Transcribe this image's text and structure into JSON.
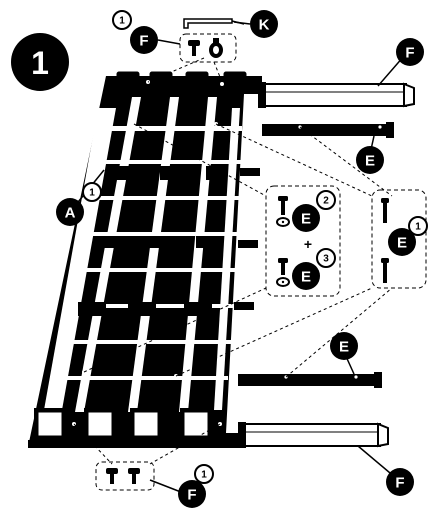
{
  "step": {
    "number": "1"
  },
  "labels": {
    "A": {
      "letter": "A",
      "qty": "1"
    },
    "F_top": {
      "letter": "F",
      "qty": "1"
    },
    "K": {
      "letter": "K"
    },
    "F_right_top": {
      "letter": "F"
    },
    "E_right_top": {
      "letter": "E"
    },
    "E_box_upper": {
      "letter": "E",
      "qty": "2"
    },
    "plus": "+",
    "E_box_lower": {
      "letter": "E",
      "qty": "3"
    },
    "E_box_right": {
      "letter": "E",
      "qty": "1"
    },
    "E_right_bottom": {
      "letter": "E"
    },
    "F_right_bottom": {
      "letter": "F"
    },
    "F_bottom": {
      "letter": "F",
      "qty": "1"
    }
  },
  "colors": {
    "ink": "#000000",
    "paper": "#ffffff"
  }
}
